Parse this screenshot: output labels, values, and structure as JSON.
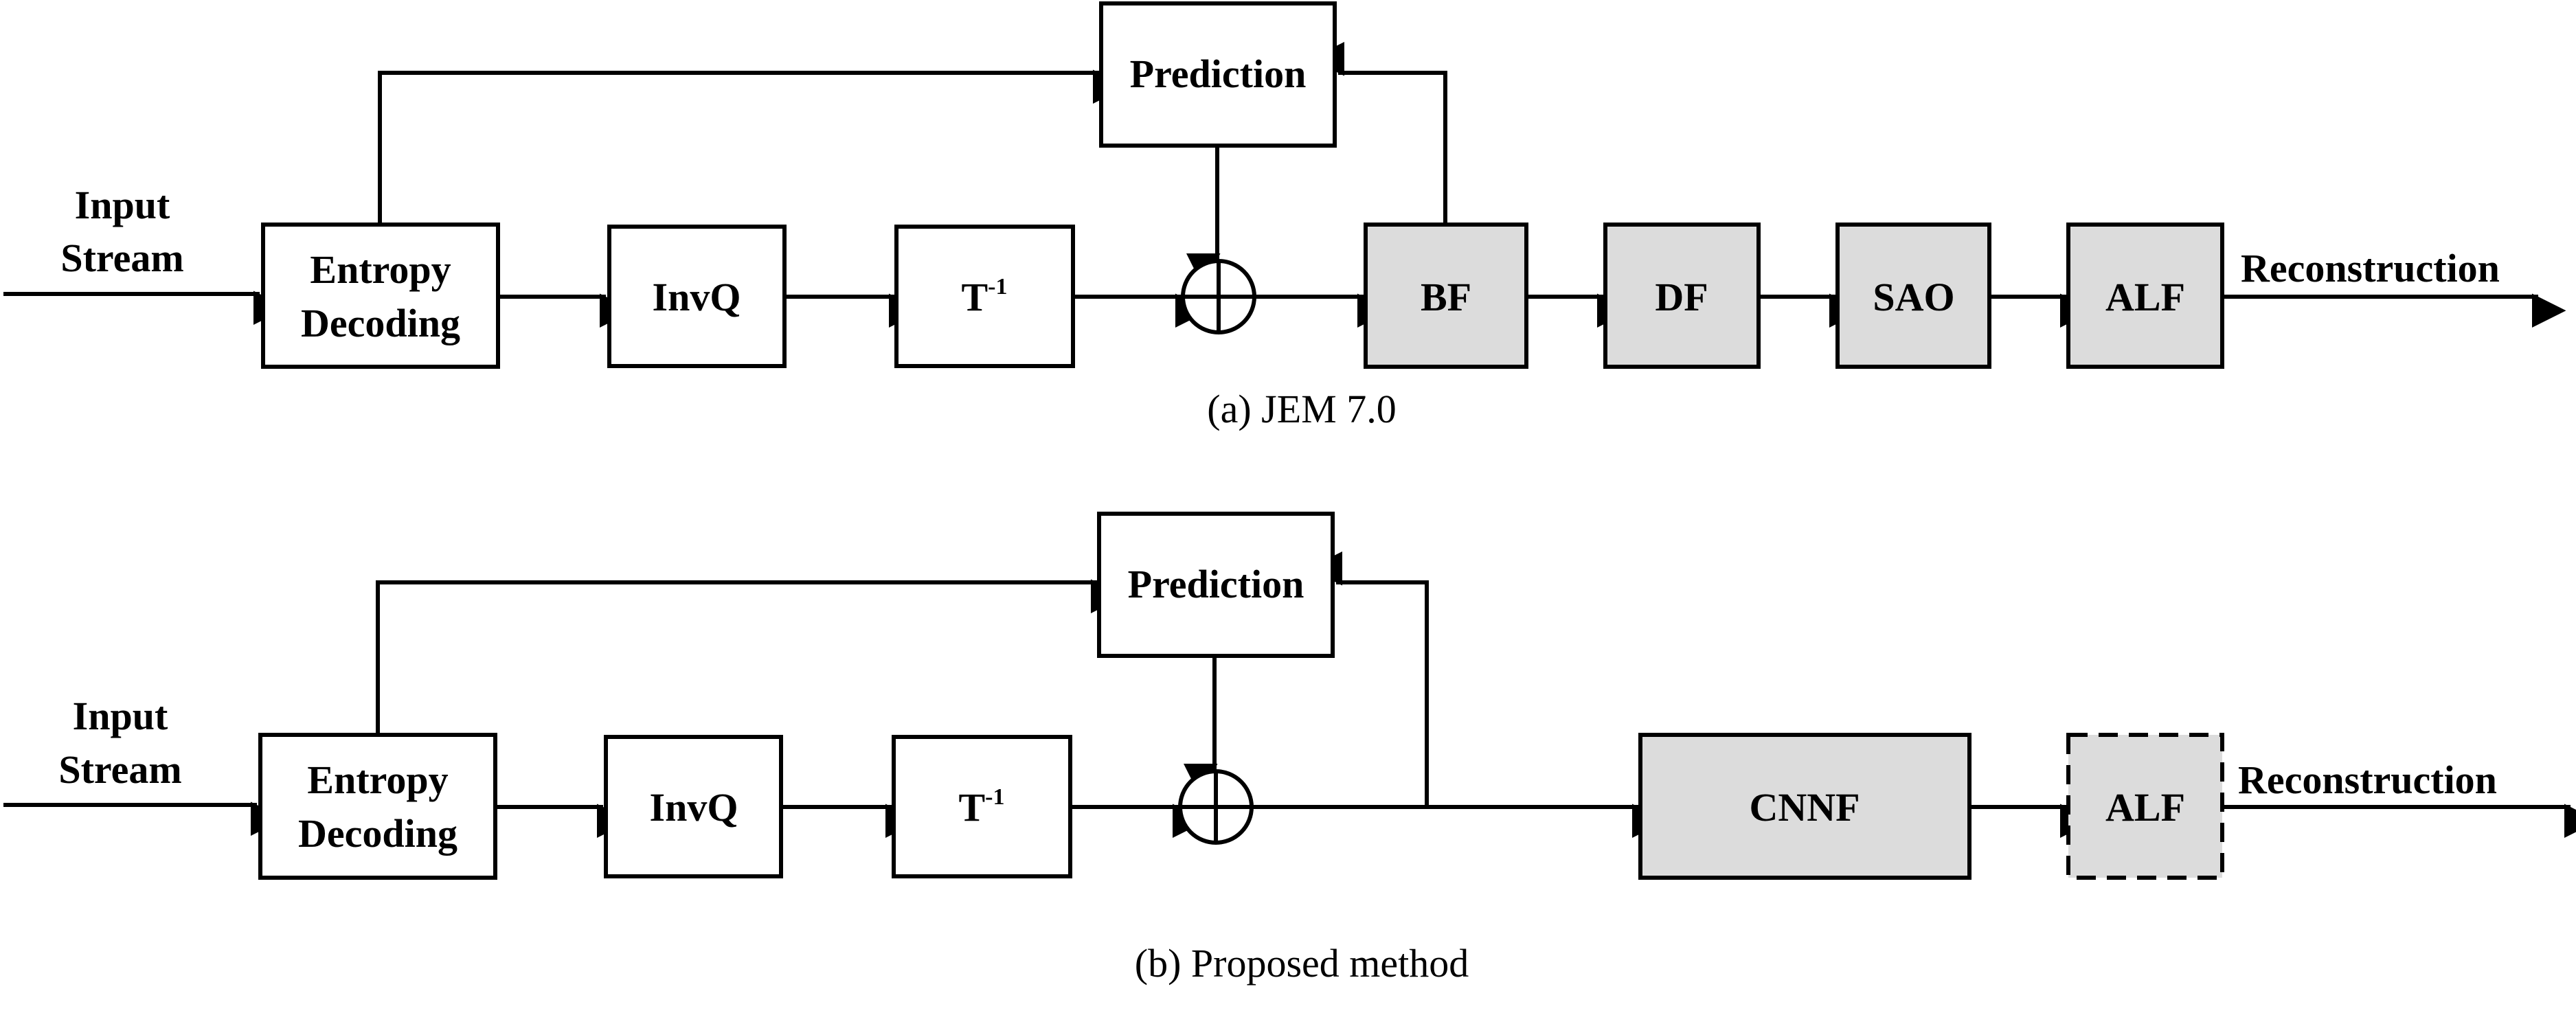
{
  "colors": {
    "stroke": "#000000",
    "plain_fill": "#ffffff",
    "shaded_fill": "#dcdcdc"
  },
  "diagram_a": {
    "caption": "(a) JEM 7.0",
    "input_line1": "Input",
    "input_line2": "Stream",
    "entropy_line1": "Entropy",
    "entropy_line2": "Decoding",
    "invq": "InvQ",
    "inv_transform_base": "T",
    "inv_transform_sup": "-1",
    "prediction": "Prediction",
    "bf": "BF",
    "df": "DF",
    "sao": "SAO",
    "alf": "ALF",
    "output": "Reconstruction"
  },
  "diagram_b": {
    "caption": "(b) Proposed method",
    "input_line1": "Input",
    "input_line2": "Stream",
    "entropy_line1": "Entropy",
    "entropy_line2": "Decoding",
    "invq": "InvQ",
    "inv_transform_base": "T",
    "inv_transform_sup": "-1",
    "prediction": "Prediction",
    "cnnf": "CNNF",
    "alf": "ALF",
    "output": "Reconstruction"
  }
}
